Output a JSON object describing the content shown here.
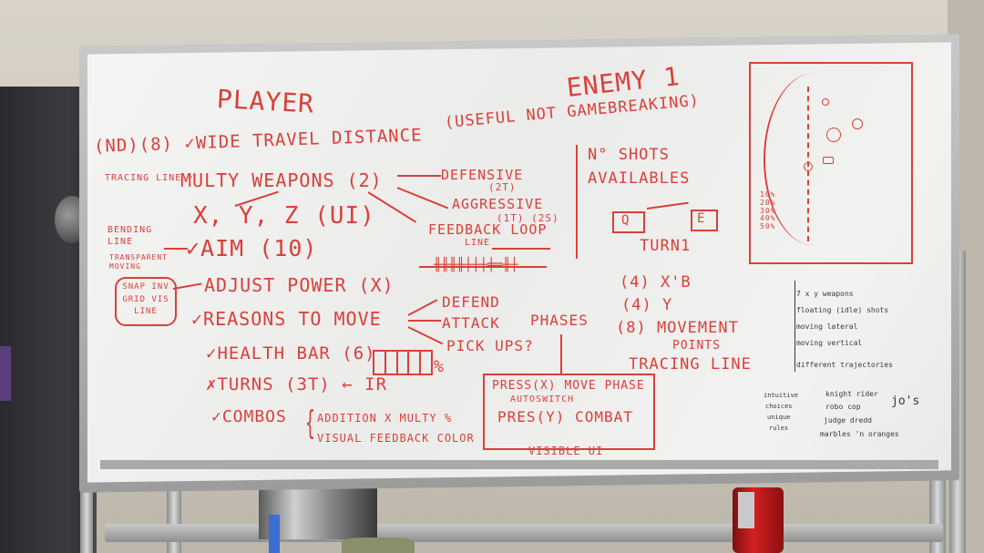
{
  "board": {
    "player_title": "PLAYER",
    "enemy_title": "ENEMY 1",
    "enemy_subtitle": "(USEFUL NOT GAMEBREAKING)",
    "lines": {
      "wide_travel": "(ND)(8) ✓WIDE TRAVEL DISTANCE",
      "tracing_line": "TRACING LINE ✓",
      "multi_weapons": "MULTY WEAPONS (2)",
      "defensive": "DEFENSIVE",
      "defensive_sub": "(2T)",
      "aggressive": "AGGRESSIVE",
      "aggressive_sub": "(1T) (2S)",
      "feedback_loop": "FEEDBACK LOOP",
      "feedback_line": "LINE",
      "xyz": "X, Y, Z (UI)",
      "bending_line": "BENDING LINE",
      "transparent_moving": "TRANSPARENT MOVING",
      "aim": "✓AIM (10)",
      "snap": "SNAP INV GRID VIS LINE",
      "adjust_power": "ADJUST POWER (X)",
      "reasons_to_move": "✓REASONS TO MOVE",
      "defend": "DEFEND",
      "attack": "ATTACK",
      "pick_ups": "PICK UPS?",
      "phases": "PHASES",
      "health_bar": "✓HEALTH BAR (6)",
      "health_pct": "%",
      "turns": "✗TURNS (3T) ← IR",
      "combos": "✓COMBOS",
      "addition_multy": "ADDITION X MULTY %",
      "visual_feedback": "VISUAL FEEDBACK COLOR",
      "press_x": "PRESS(X) MOVE PHASE",
      "autoswitch": "AUTOSWITCH",
      "press_y": "PRES(Y) COMBAT",
      "visible_ui": "VISIBLE UI",
      "n_shots": "N° SHOTS",
      "available": "AVAILABLES",
      "q_key": "Q",
      "e_key": "E",
      "turn1": "TURN1",
      "four_x": "(4) X'B",
      "four_y": "(4) Y",
      "eight_movement": "(8) MOVEMENT",
      "points": "POINTS",
      "tracing_line2": "TRACING LINE"
    },
    "percentages": [
      "10%",
      "20%",
      "30%",
      "40%",
      "50%"
    ],
    "pen_notes": {
      "list": [
        "7 x y weapons",
        "floating (idle) shots",
        "moving lateral",
        "moving vertical",
        "different trajectories"
      ],
      "side": [
        "intuitive",
        "choices",
        "unique",
        "rules"
      ],
      "names": [
        "knight rider",
        "robo cop",
        "judge dredd",
        "marbles 'n oranges"
      ],
      "jos": "jo's"
    }
  },
  "colors": {
    "marker_red": "#d9403a",
    "pen_black": "#3a3a3a"
  }
}
